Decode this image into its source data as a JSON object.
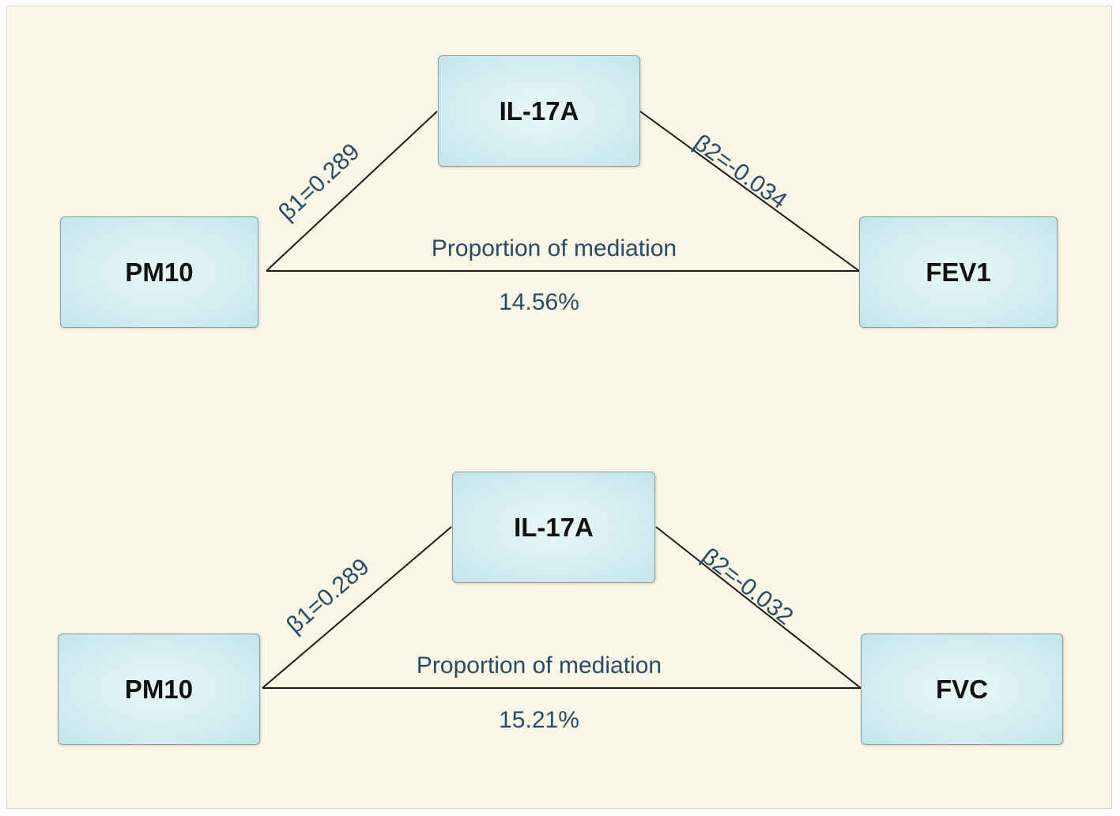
{
  "diagrams": [
    {
      "mediator": "IL-17A",
      "exposure": "PM10",
      "outcome": "FEV1",
      "beta1": "β1=0.289",
      "beta2": "β2=-0.034",
      "proportion_label": "Proportion of mediation",
      "proportion_value": "14.56%"
    },
    {
      "mediator": "IL-17A",
      "exposure": "PM10",
      "outcome": "FVC",
      "beta1": "β1=0.289",
      "beta2": "β2=-0.032",
      "proportion_label": "Proportion of mediation",
      "proportion_value": "15.21%"
    }
  ],
  "colors": {
    "background": "#fbf7e6",
    "node_fill": "#d5eef2",
    "node_border": "#8a9ea3",
    "label_text": "#2a4a66",
    "node_text": "#111111",
    "line": "#1a1a1a"
  }
}
